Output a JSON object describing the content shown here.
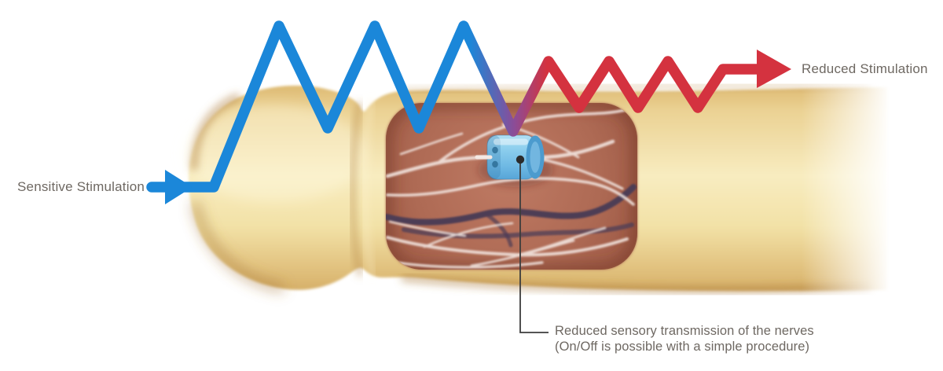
{
  "figure": {
    "type": "medical-illustration-diagram",
    "subject": "Implanted nerve cuff reducing sensory signal transmission"
  },
  "labels": {
    "input_label": "Sensitive Stimulation",
    "output_label": "Reduced Stimulation"
  },
  "annotation": {
    "line1": "Reduced sensory transmission of the nerves",
    "line2": "(On/Off is possible with a simple procedure)"
  },
  "wave": {
    "direction": "left-to-right",
    "blue_peak_count": 3,
    "red_peak_count": 3,
    "meaning": "large blue wave becomes small red wave after passing the implant"
  },
  "icons": {
    "input_arrow": "arrow-right-icon",
    "output_arrow": "arrow-right-icon",
    "marker": "dot-marker-icon"
  },
  "colors": {
    "wave_blue": "#1b87d9",
    "wave_purple": "#8a4d98",
    "wave_red": "#d4323f",
    "text_gray": "#6e6862",
    "skin_light": "#f8ecc0",
    "skin_dark": "#d3aa63",
    "tissue_red": "#ae6a54",
    "nerve_white": "#f4e9e4",
    "vein_dark": "#4d3c55",
    "device_blue": "#7ec3e8",
    "connector_dark": "#3c3c3c"
  }
}
